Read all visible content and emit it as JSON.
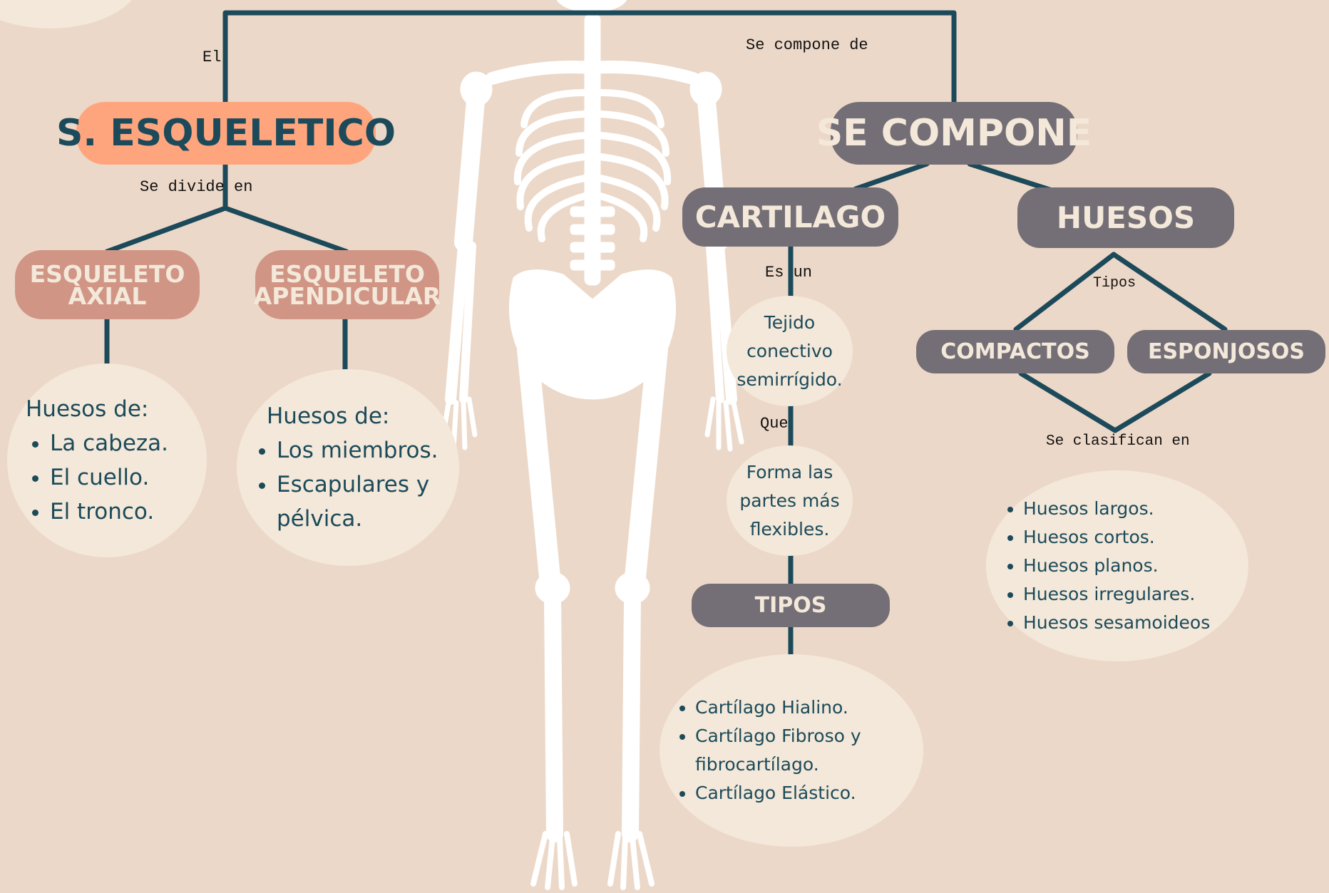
{
  "colors": {
    "background": "#ecd8c8",
    "connector": "#1c4a5a",
    "orange_pill": "#ffa57e",
    "gray_pill": "#746f76",
    "rose_pill": "#d09585",
    "bubble": "#f3e8d9",
    "skeleton": "#ffffff"
  },
  "labels": {
    "el": "El",
    "se_divide_en": "Se divide en",
    "se_compone_de": "Se compone de",
    "es_un": "Es un",
    "que": "Que",
    "tipos": "Tipos",
    "se_clasifican_en": "Se clasifican en"
  },
  "nodes": {
    "sistema": "S. ESQUELETICO",
    "se_compone": "SE COMPONE",
    "axial": "ESQUELETO AXIAL",
    "apendicular": "ESQUELETO APENDICULAR",
    "cartilago": "CARTILAGO",
    "huesos": "HUESOS",
    "compactos": "COMPACTOS",
    "esponjosos": "ESPONJOSOS",
    "tipos_cartilago": "TIPOS"
  },
  "bubbles": {
    "axial": {
      "heading": "Huesos de:",
      "items": [
        "La cabeza.",
        "El cuello.",
        "El tronco."
      ]
    },
    "apendicular": {
      "heading": "Huesos de:",
      "items": [
        "Los miembros.",
        "Escapulares y pélvica."
      ]
    },
    "tejido": "Tejido conectivo semirrígido.",
    "forma": "Forma las partes más flexibles.",
    "tipos_cartilago": {
      "items": [
        "Cartílago Hialino.",
        "Cartílago Fibroso y fibrocartílago.",
        "Cartílago Elástico."
      ]
    },
    "clasificacion": {
      "items": [
        "Huesos largos.",
        "Huesos cortos.",
        "Huesos planos.",
        "Huesos irregulares.",
        "Huesos sesamoideos"
      ]
    }
  },
  "icons": {
    "skeleton": "human-skeleton-illustration"
  }
}
